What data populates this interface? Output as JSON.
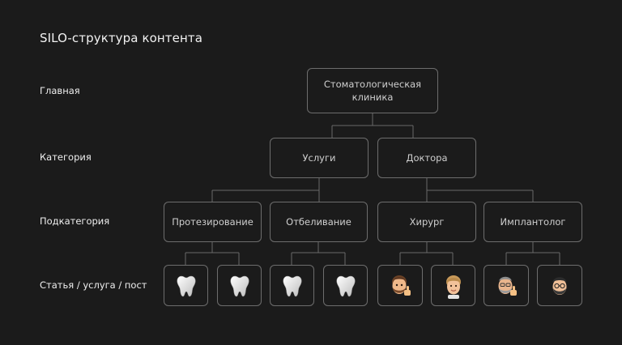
{
  "title": "SILO-структура контента",
  "levels": {
    "home": "Главная",
    "category": "Категория",
    "subcategory": "Подкатегория",
    "article": "Статья / услуга / пост"
  },
  "nodes": {
    "root": {
      "line1": "Стоматологическая",
      "line2": "клиника"
    },
    "services": "Услуги",
    "doctors": "Доктора",
    "prosthetics": "Протезирование",
    "whitening": "Отбеливание",
    "surgeon": "Хирург",
    "implantologist": "Имплантолог"
  },
  "leaves": [
    {
      "parent": "prosthetics",
      "icon": "tooth-icon"
    },
    {
      "parent": "prosthetics",
      "icon": "tooth-icon"
    },
    {
      "parent": "whitening",
      "icon": "tooth-icon"
    },
    {
      "parent": "whitening",
      "icon": "tooth-icon"
    },
    {
      "parent": "surgeon",
      "icon": "doctor-avatar-thumbs-up-icon"
    },
    {
      "parent": "surgeon",
      "icon": "doctor-avatar-icon"
    },
    {
      "parent": "implantologist",
      "icon": "doctor-avatar-thumbs-up-icon"
    },
    {
      "parent": "implantologist",
      "icon": "doctor-avatar-glasses-icon"
    }
  ],
  "colors": {
    "background": "#1b1b1b",
    "border": "#6d6d6d",
    "connector": "#6a6a6a"
  }
}
